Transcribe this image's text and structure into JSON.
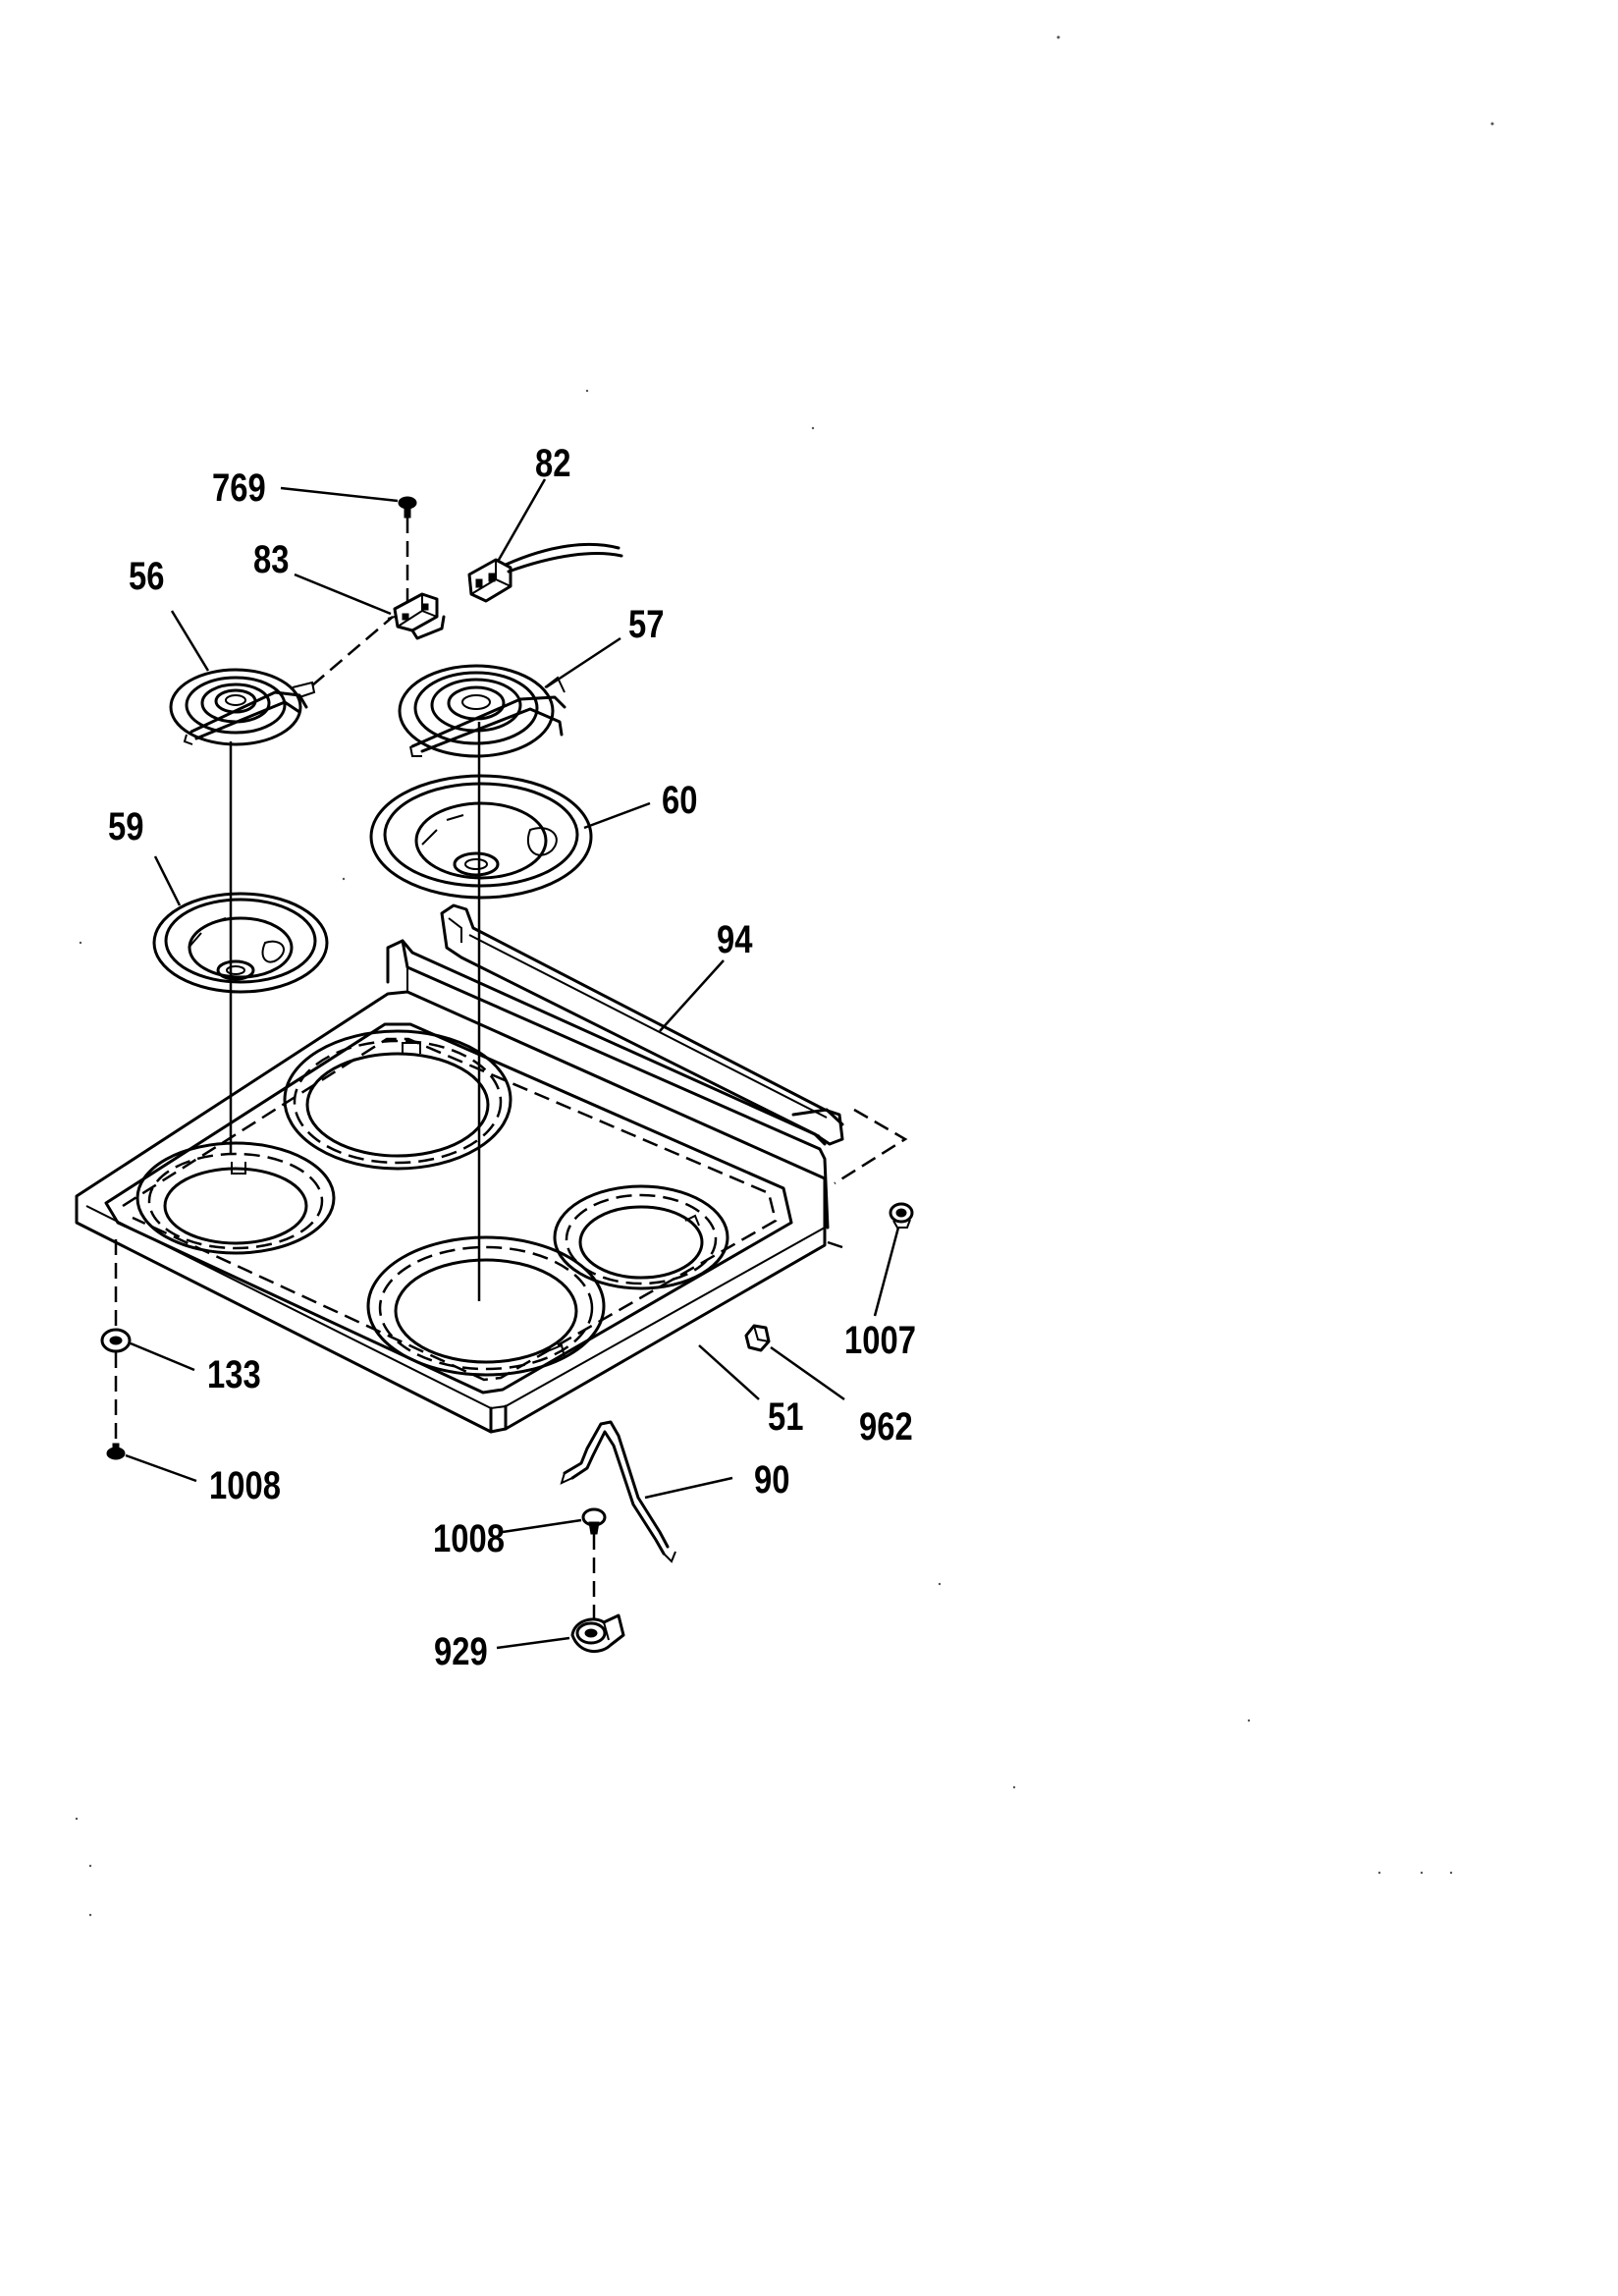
{
  "diagram": {
    "labels": {
      "p769": "769",
      "p82": "82",
      "p83": "83",
      "p56": "56",
      "p57": "57",
      "p59": "59",
      "p60": "60",
      "p94": "94",
      "p1007": "1007",
      "p133": "133",
      "p51": "51",
      "p962": "962",
      "p1008a": "1008",
      "p90": "90",
      "p1008b": "1008",
      "p929": "929"
    }
  }
}
